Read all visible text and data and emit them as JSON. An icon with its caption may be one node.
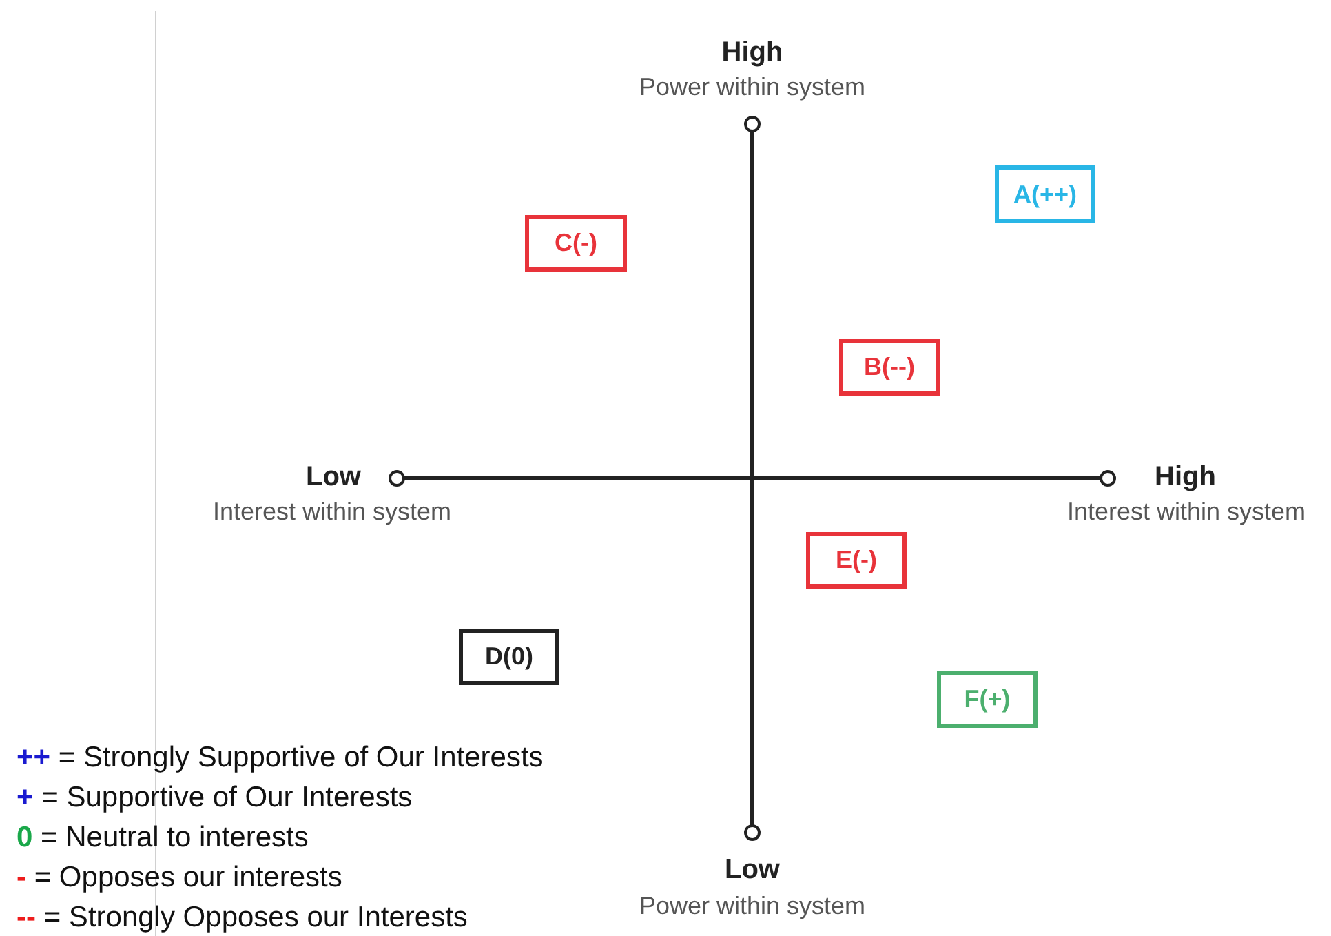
{
  "diagram": {
    "nodes": [
      {
        "text": [
          "A(++)"
        ]
      },
      {
        "text": [
          "C(-)"
        ]
      },
      {
        "text": [
          "B(--)"
        ]
      },
      {
        "text": [
          "E(-)"
        ]
      },
      {
        "text": [
          "D(0)"
        ]
      },
      {
        "text": [
          "F(+)"
        ]
      }
    ],
    "labels": [
      "High",
      "Power within system",
      "Low",
      "Interest within system",
      "High",
      "Interest within system",
      "Low",
      "Power within system"
    ],
    "legend": [
      {
        "text": "++ = Strongly Supportive of Our Interests",
        "color": "#1a1ad0"
      },
      {
        "text": "+ = Supportive of Our Interests",
        "color": "#1a1ad0"
      },
      {
        "text": "0 = Neutral to interests",
        "color": "#1aa84a"
      },
      {
        "text": "- = Opposes our interests",
        "color": "#ee1c1c"
      },
      {
        "text": "-- = Strongly Opposes our Interests",
        "color": "#ee1c1c"
      }
    ]
  }
}
